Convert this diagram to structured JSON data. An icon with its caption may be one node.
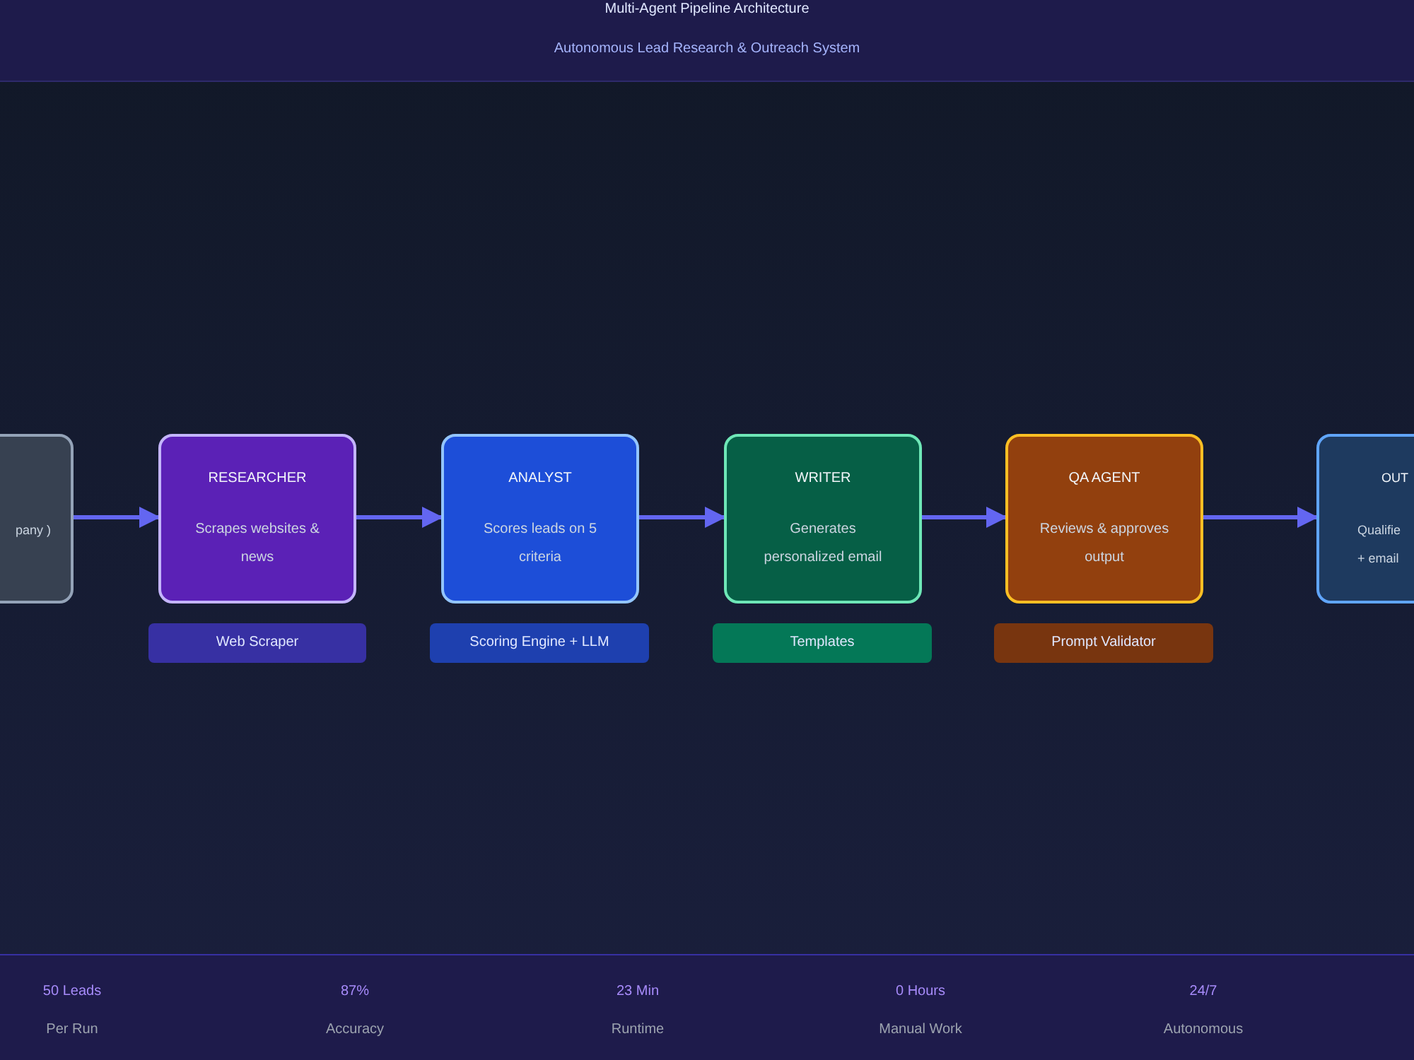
{
  "diagram": {
    "title": "Multi-Agent Pipeline Architecture",
    "caption": "Autonomous Lead Research & Outreach System",
    "nodes": [
      {
        "text": [
          "pany )"
        ]
      },
      {
        "text": [
          "RESEARCHER",
          "Scrapes websites & news"
        ]
      },
      {
        "text": [
          "ANALYST",
          "Scores leads on 5 criteria"
        ]
      },
      {
        "text": [
          "WRITER",
          "Generates personalized email"
        ]
      },
      {
        "text": [
          "QA AGENT",
          "Reviews & approves output"
        ]
      },
      {
        "text": [
          "OUT",
          "Qualifie + email"
        ]
      },
      {
        "text": [
          "Web Scraper"
        ]
      },
      {
        "text": [
          "Scoring Engine + LLM"
        ]
      },
      {
        "text": [
          "Templates"
        ]
      },
      {
        "text": [
          "Prompt Validator"
        ]
      }
    ],
    "edges": [
      {
        "from": 0,
        "to": 1,
        "arrow": "to"
      },
      {
        "from": 1,
        "to": 2,
        "arrow": "to"
      },
      {
        "from": 2,
        "to": 3,
        "arrow": "to"
      },
      {
        "from": 3,
        "to": 4,
        "arrow": "to"
      },
      {
        "from": 4,
        "to": 5,
        "arrow": "to"
      }
    ],
    "labels": [
      "50 Leads",
      "87%",
      "23 Min",
      "0 Hours",
      "24/7",
      "Per Run",
      "Accuracy",
      "Runtime",
      "Manual Work",
      "Autonomous"
    ]
  }
}
